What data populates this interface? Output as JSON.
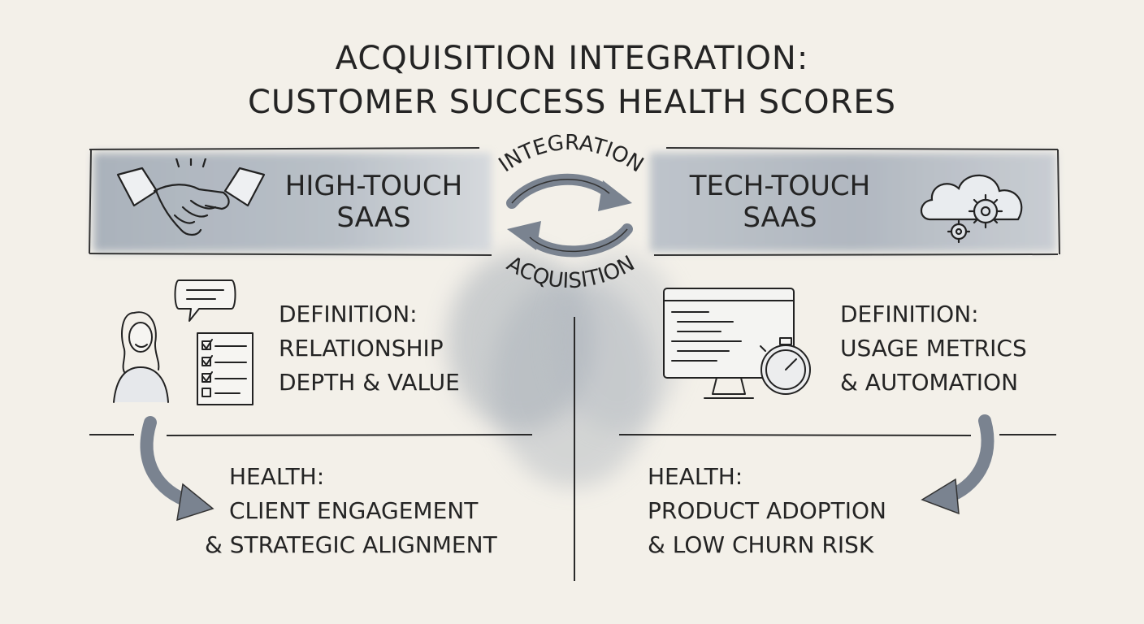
{
  "title": {
    "line1": "ACQUISITION INTEGRATION:",
    "line2": "CUSTOMER SUCCESS HEALTH SCORES"
  },
  "center": {
    "top_label": "INTEGRATION",
    "bottom_label": "ACQUISITION"
  },
  "left": {
    "banner": {
      "line1": "HIGH-TOUCH",
      "line2": "SAAS",
      "icon": "handshake-icon"
    },
    "definition": {
      "heading": "DEFINITION:",
      "line1": "RELATIONSHIP",
      "line2": "DEPTH & VALUE",
      "icon": "person-checklist-icon"
    },
    "health": {
      "heading": "HEALTH:",
      "line1": "CLIENT ENGAGEMENT",
      "line2": "& STRATEGIC ALIGNMENT"
    }
  },
  "right": {
    "banner": {
      "line1": "TECH-TOUCH",
      "line2": "SAAS",
      "icon": "cloud-gears-icon"
    },
    "definition": {
      "heading": "DEFINITION:",
      "line1": "USAGE METRICS",
      "line2": "& AUTOMATION",
      "icon": "monitor-stopwatch-icon"
    },
    "health": {
      "heading": "HEALTH:",
      "line1": "PRODUCT ADOPTION",
      "line2": "& LOW CHURN RISK"
    }
  },
  "colors": {
    "background": "#f3f0e9",
    "ink": "#242424",
    "wash": "#8f99a6"
  }
}
